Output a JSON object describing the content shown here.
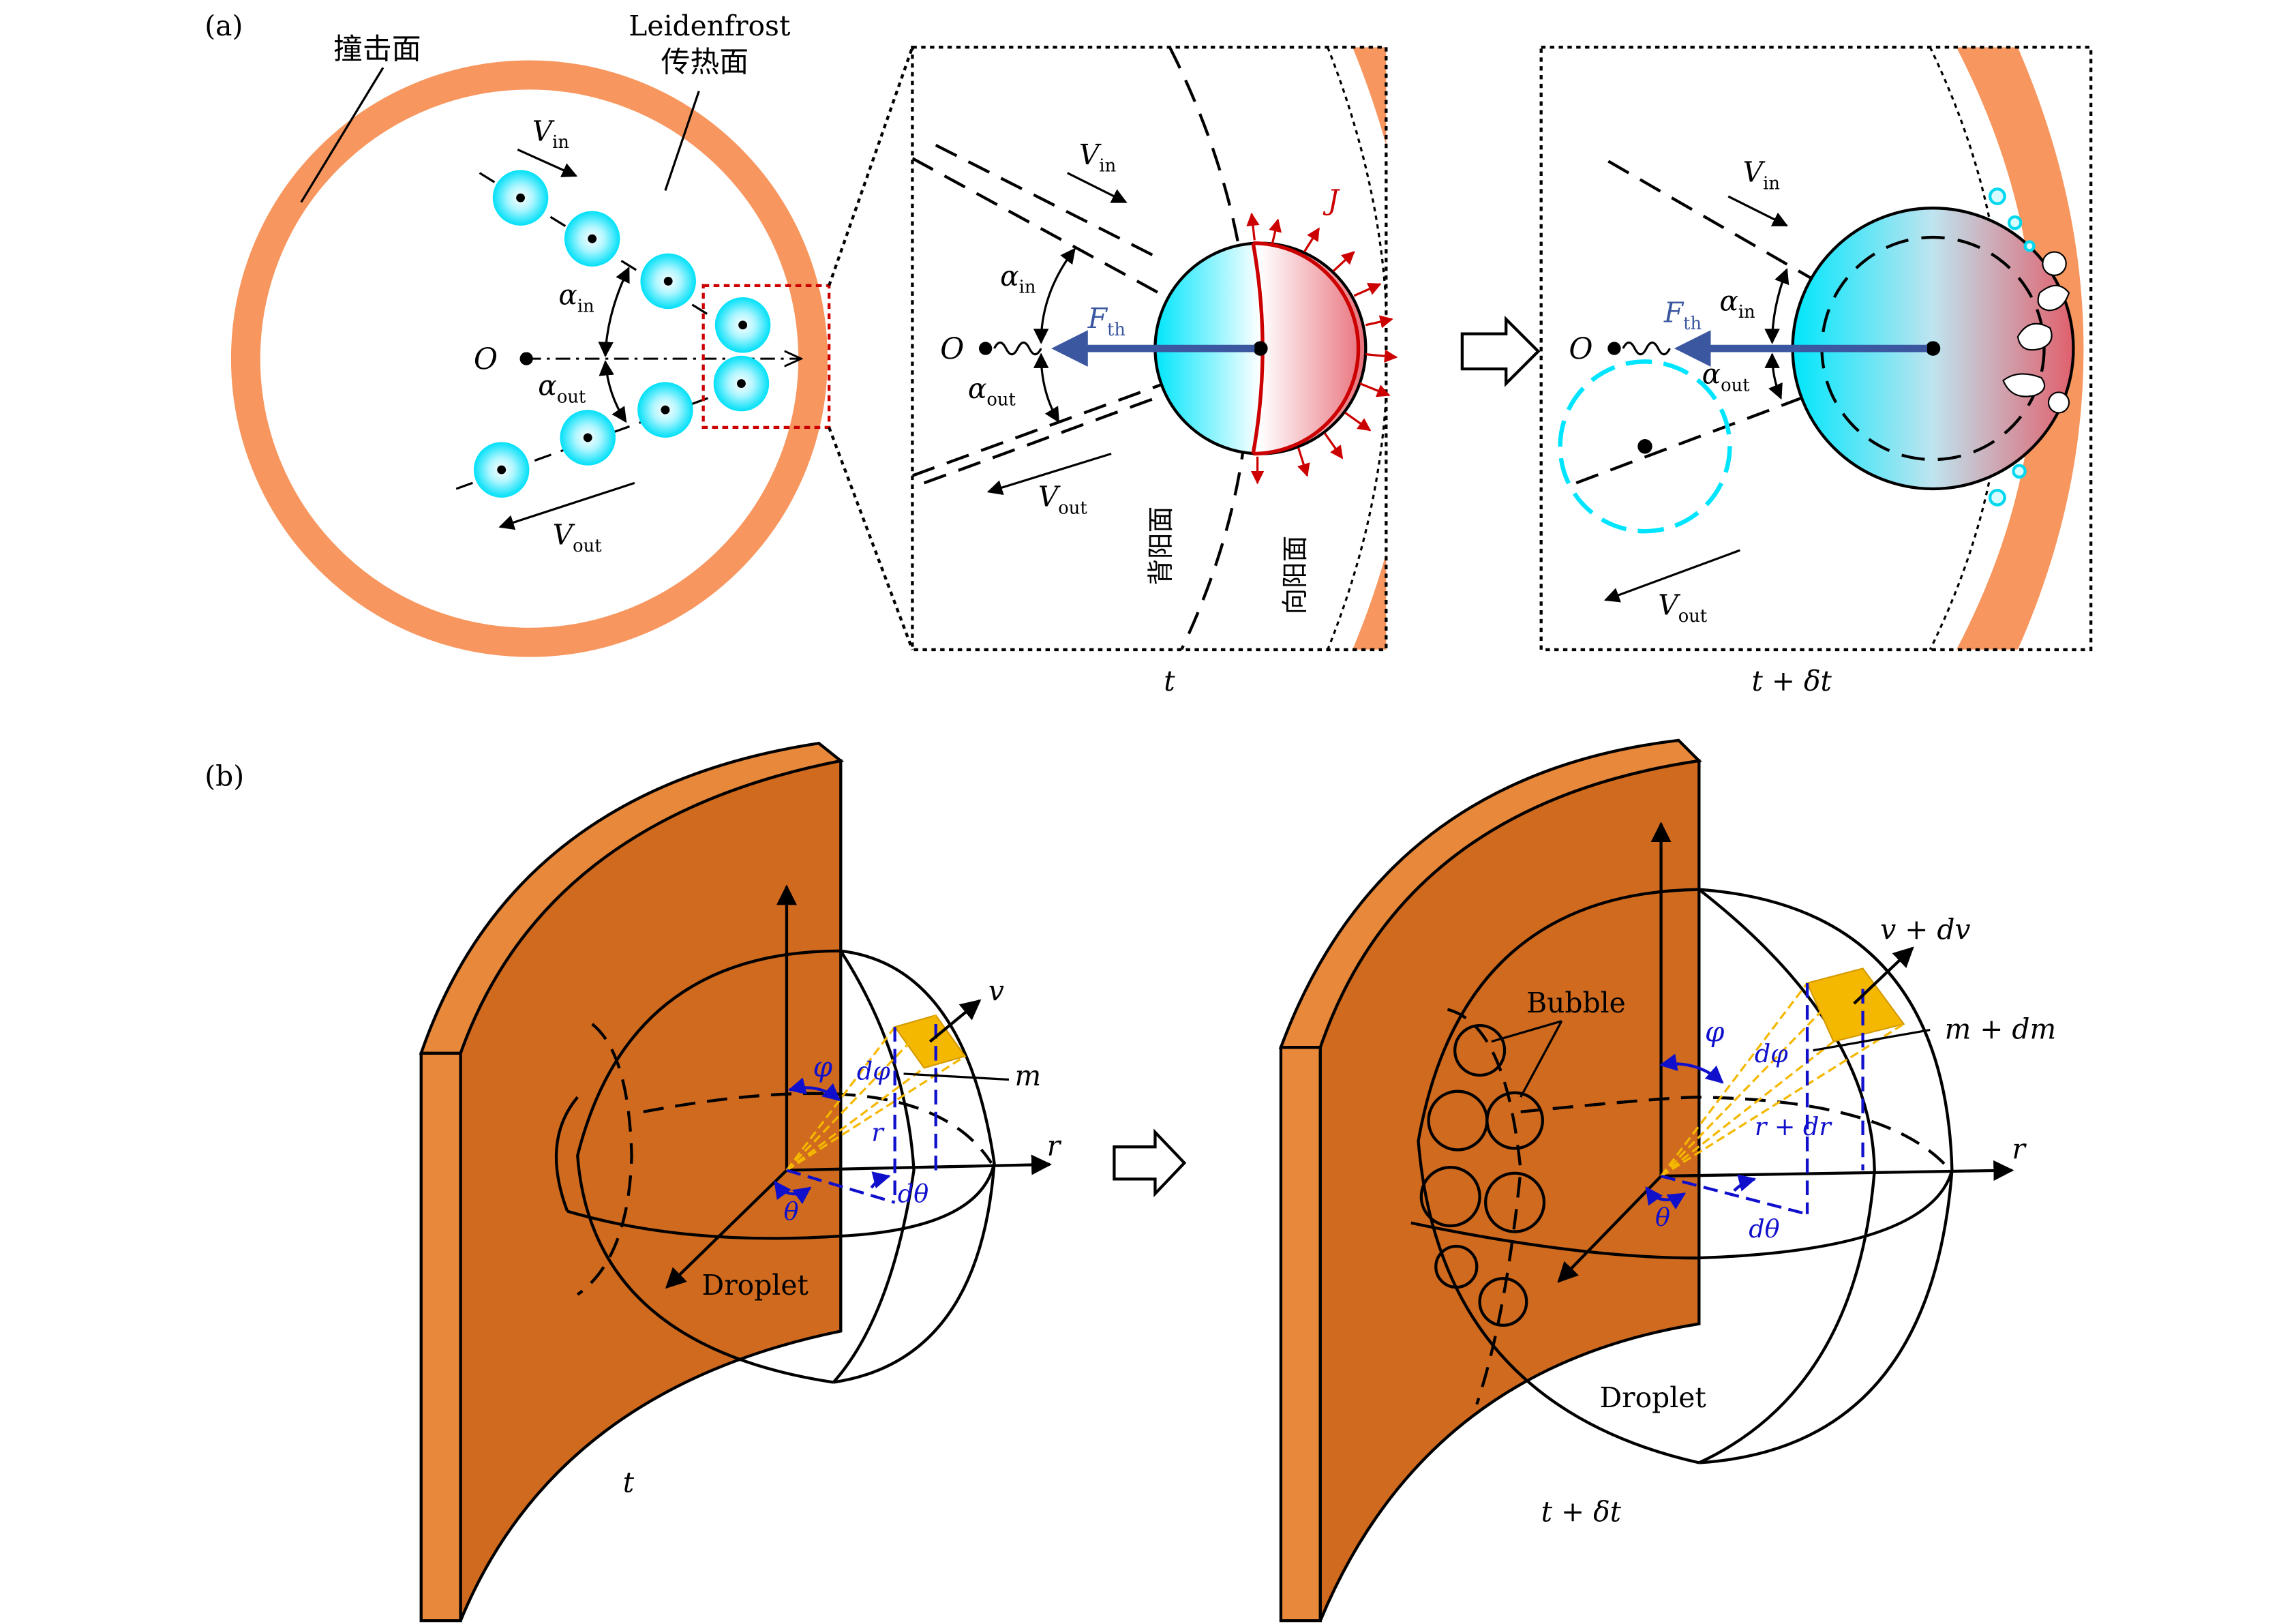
{
  "panel_a": {
    "tag": "(a)",
    "impact_surface": "撞击面",
    "leidenfrost_line1": "Leidenfrost",
    "leidenfrost_line2": "传热面",
    "origin": "O",
    "v": "V",
    "alpha": "α",
    "sub_in": "in",
    "sub_out": "out",
    "force": "F",
    "force_sub": "th",
    "flux": "J",
    "back_face": "背阳面",
    "front_face": "向阳面",
    "time_t": "t",
    "time_t_dt": "t + δt"
  },
  "panel_b": {
    "tag": "(b)",
    "v": "v",
    "m": "m",
    "r": "r",
    "phi": "φ",
    "dphi": "dφ",
    "theta": "θ",
    "dtheta": "dθ",
    "droplet": "Droplet",
    "time_t": "t",
    "v_dv": "v + dv",
    "m_dm": "m + dm",
    "r_dr": "r + dr",
    "bubble": "Bubble",
    "time_t_dt": "t + δt"
  },
  "colors": {
    "orange_ring": "#f7975f",
    "wall_face": "#d06a1e",
    "wall_side": "#e8883a",
    "cyan": "#00e5ff",
    "red": "#cc0000",
    "blue_arrow": "#3a57a0",
    "blue_dash": "#1010cc",
    "yellow": "#f5b800"
  }
}
